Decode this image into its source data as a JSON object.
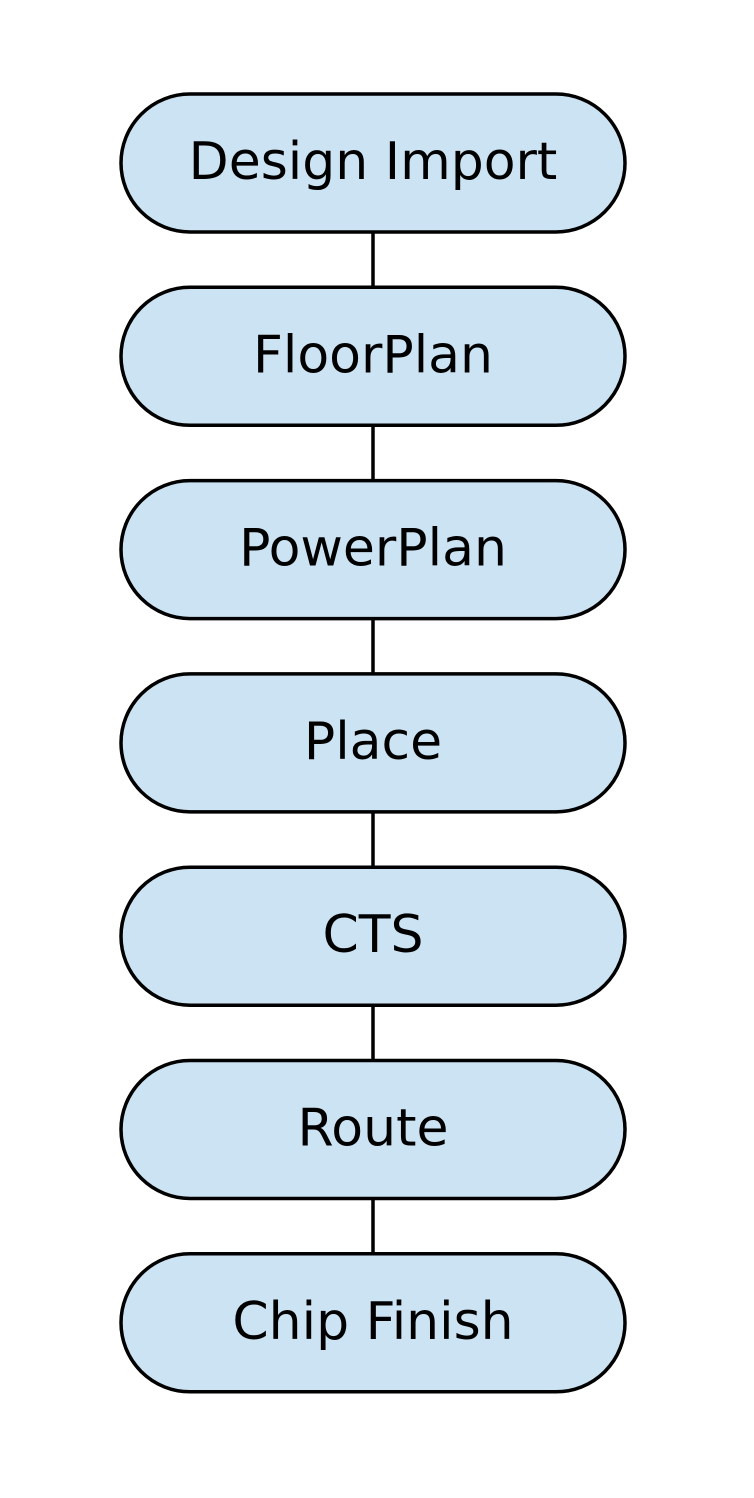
{
  "diagram": {
    "type": "flowchart",
    "direction": "top-to-bottom",
    "node_fill": "#cbe3f2",
    "node_stroke": "#000000",
    "connector_color": "#000000",
    "nodes": [
      {
        "id": "design-import",
        "label": "Design Import"
      },
      {
        "id": "floorplan",
        "label": "FloorPlan"
      },
      {
        "id": "powerplan",
        "label": "PowerPlan"
      },
      {
        "id": "place",
        "label": "Place"
      },
      {
        "id": "cts",
        "label": "CTS"
      },
      {
        "id": "route",
        "label": "Route"
      },
      {
        "id": "chip-finish",
        "label": "Chip Finish"
      }
    ],
    "edges": [
      {
        "from": "design-import",
        "to": "floorplan"
      },
      {
        "from": "floorplan",
        "to": "powerplan"
      },
      {
        "from": "powerplan",
        "to": "place"
      },
      {
        "from": "place",
        "to": "cts"
      },
      {
        "from": "cts",
        "to": "route"
      },
      {
        "from": "route",
        "to": "chip-finish"
      }
    ]
  }
}
